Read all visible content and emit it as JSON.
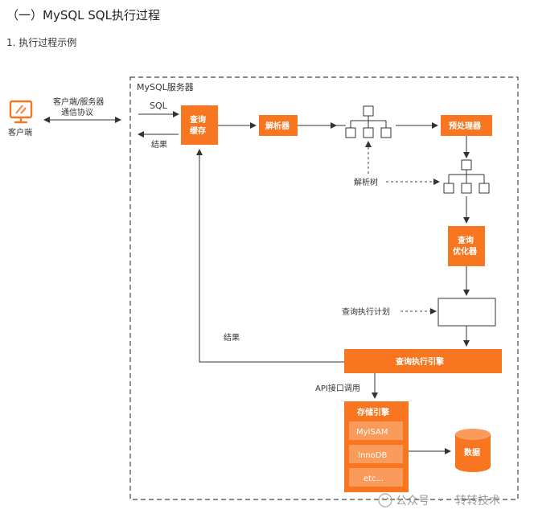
{
  "heading": "（一）MySQL SQL执行过程",
  "subheading": "1. 执行过程示例",
  "diagram": {
    "server_title": "MySQL服务器",
    "client": "客户端",
    "protocol_line1": "客户端/服务器",
    "protocol_line2": "通信协议",
    "sql": "SQL",
    "result": "结果",
    "query_cache_line1": "查询",
    "query_cache_line2": "缓存",
    "parser": "解析器",
    "preprocessor": "预处理器",
    "parse_tree": "解析树",
    "optimizer_line1": "查询",
    "optimizer_line2": "优化器",
    "exec_plan": "查询执行计划",
    "exec_engine": "查询执行引擎",
    "result_left": "结果",
    "api_call": "API接口调用",
    "storage_engine": "存储引擎",
    "engines": [
      "MyISAM",
      "InnoDB",
      "etc..."
    ],
    "data": "数据"
  },
  "watermark": {
    "account": "公众号",
    "sep": "·",
    "name": "转转技术"
  },
  "colors": {
    "accent": "#f7761f",
    "inner": "#f99b5a",
    "dashed": "#444444",
    "line": "#333333"
  }
}
